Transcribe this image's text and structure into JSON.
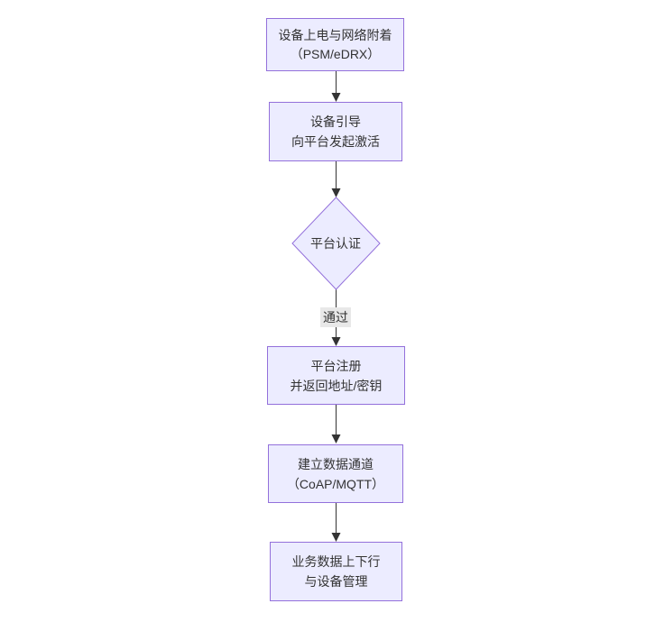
{
  "diagram": {
    "type": "flowchart-vertical",
    "nodes": [
      {
        "id": "power_attach",
        "shape": "rect",
        "label": "设备上电与网络附着\n（PSM/eDRX）"
      },
      {
        "id": "bootstrap",
        "shape": "rect",
        "label": "设备引导\n向平台发起激活"
      },
      {
        "id": "platform_auth",
        "shape": "diamond",
        "label": "平台认证"
      },
      {
        "id": "platform_register",
        "shape": "rect",
        "label": "平台注册\n并返回地址/密钥"
      },
      {
        "id": "data_channel",
        "shape": "rect",
        "label": "建立数据通道\n（CoAP/MQTT）"
      },
      {
        "id": "business_data",
        "shape": "rect",
        "label": "业务数据上下行\n与设备管理"
      }
    ],
    "edges": [
      {
        "from": "power_attach",
        "to": "bootstrap",
        "label": ""
      },
      {
        "from": "bootstrap",
        "to": "platform_auth",
        "label": ""
      },
      {
        "from": "platform_auth",
        "to": "platform_register",
        "label": "通过"
      },
      {
        "from": "platform_register",
        "to": "data_channel",
        "label": ""
      },
      {
        "from": "data_channel",
        "to": "business_data",
        "label": ""
      }
    ]
  },
  "colors": {
    "background": "#ffffff",
    "node_fill": "#ECECFF",
    "node_border": "#9370DB",
    "arrow": "#333333",
    "text": "#333333",
    "edge_label_bg": "#e8e8e8"
  }
}
